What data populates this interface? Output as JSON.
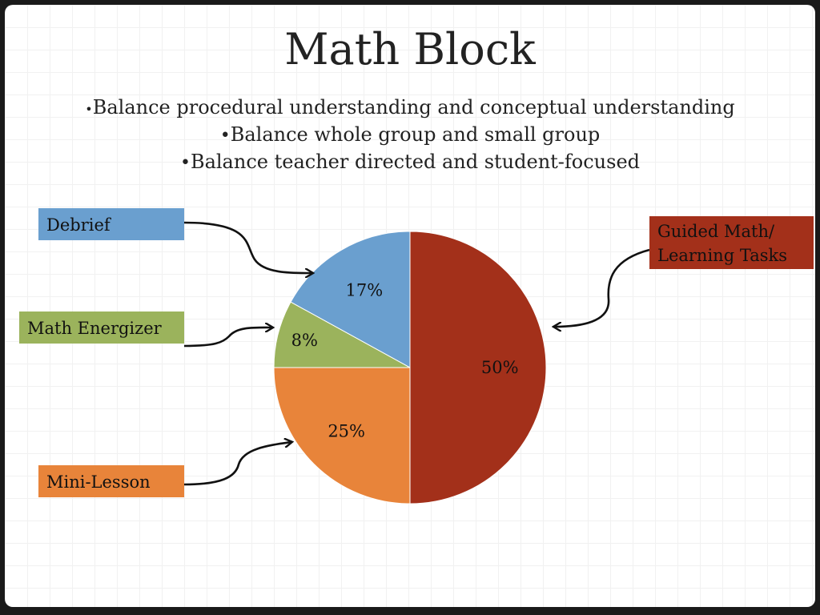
{
  "title": "Math Block",
  "bullets": [
    {
      "marker": "•",
      "text": "Balance procedural understanding and conceptual understanding"
    },
    {
      "marker": "•",
      "text": "Balance whole group and small group"
    },
    {
      "marker": "•",
      "text": "Balance teacher directed and student-focused"
    }
  ],
  "colors": {
    "guided": "#a3301a",
    "mini_lesson": "#e8843a",
    "energizer": "#9bb35c",
    "debrief": "#6a9fcf"
  },
  "chart_data": {
    "type": "pie",
    "slices": [
      {
        "label": "Guided Math/ Learning Tasks",
        "label_lines": [
          "Guided Math/",
          "Learning Tasks"
        ],
        "value": 50,
        "data_label": "50%",
        "color": "#a3301a"
      },
      {
        "label": "Mini-Lesson",
        "label_lines": [
          "Mini-Lesson"
        ],
        "value": 25,
        "data_label": "25%",
        "color": "#e8843a"
      },
      {
        "label": "Math Energizer",
        "label_lines": [
          "Math Energizer"
        ],
        "value": 8,
        "data_label": "8%",
        "color": "#9bb35c"
      },
      {
        "label": "Debrief",
        "label_lines": [
          "Debrief"
        ],
        "value": 17,
        "data_label": "17%",
        "color": "#6a9fcf"
      }
    ],
    "start": "12 o'clock",
    "direction": "clockwise",
    "legend": "callout boxes with arrows"
  }
}
